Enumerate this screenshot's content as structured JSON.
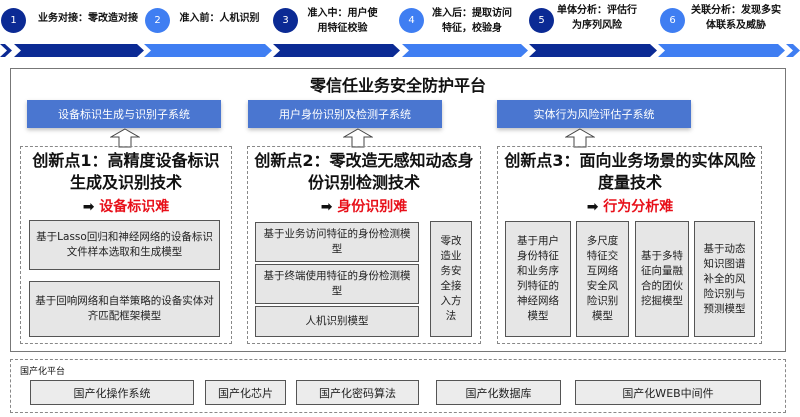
{
  "steps": [
    {
      "num": "1",
      "label": "业务对接：零改造对接"
    },
    {
      "num": "2",
      "label": "准入前：人机识别"
    },
    {
      "num": "3",
      "label": "准入中：用户使用特征校验"
    },
    {
      "num": "4",
      "label": "准入后：提取访问特征，校验身"
    },
    {
      "num": "5",
      "label": "单体分析：评估行为序列风险"
    },
    {
      "num": "6",
      "label": "关联分析：发现多实体联系及威胁"
    }
  ],
  "colors": {
    "dark": "#0b2a94",
    "light": "#3f7ef2",
    "subsystem": "#4a76d0",
    "highlight": "#e8101a"
  },
  "platform": {
    "title": "零信任业务安全防护平台",
    "subsystems": [
      "设备标识生成与识别子系统",
      "用户身份识别及检测子系统",
      "实体行为风险评估子系统"
    ],
    "innovations": [
      {
        "title": "创新点1：高精度设备标识生成及识别技术",
        "difficulty": "设备标识难",
        "arrow": "➡",
        "models": [
          "基于Lasso回归和神经网络的设备标识文件样本选取和生成模型",
          "基于回响网络和自举策略的设备实体对齐匹配框架模型"
        ]
      },
      {
        "title": "创新点2：零改造无感知动态身份识别检测技术",
        "difficulty": "身份识别难",
        "arrow": "➡",
        "models": [
          "基于业务访问特征的身份检测模型",
          "基于终端使用特征的身份检测模型",
          "人机识别模型",
          "零改造业务安全接入方法"
        ]
      },
      {
        "title": "创新点3：面向业务场景的实体风险度量技术",
        "difficulty": "行为分析难",
        "arrow": "➡",
        "models": [
          "基于用户身份特征和业务序列特征的神经网络模型",
          "多尺度特征交互网络安全风险识别模型",
          "基于多特征向量融合的团伙挖掘模型",
          "基于动态知识图谱补全的风险识别与预测模型"
        ]
      }
    ]
  },
  "domestic": {
    "label": "国产化平台",
    "items": [
      "国产化操作系统",
      "国产化芯片",
      "国产化密码算法",
      "国产化数据库",
      "国产化WEB中间件"
    ]
  }
}
